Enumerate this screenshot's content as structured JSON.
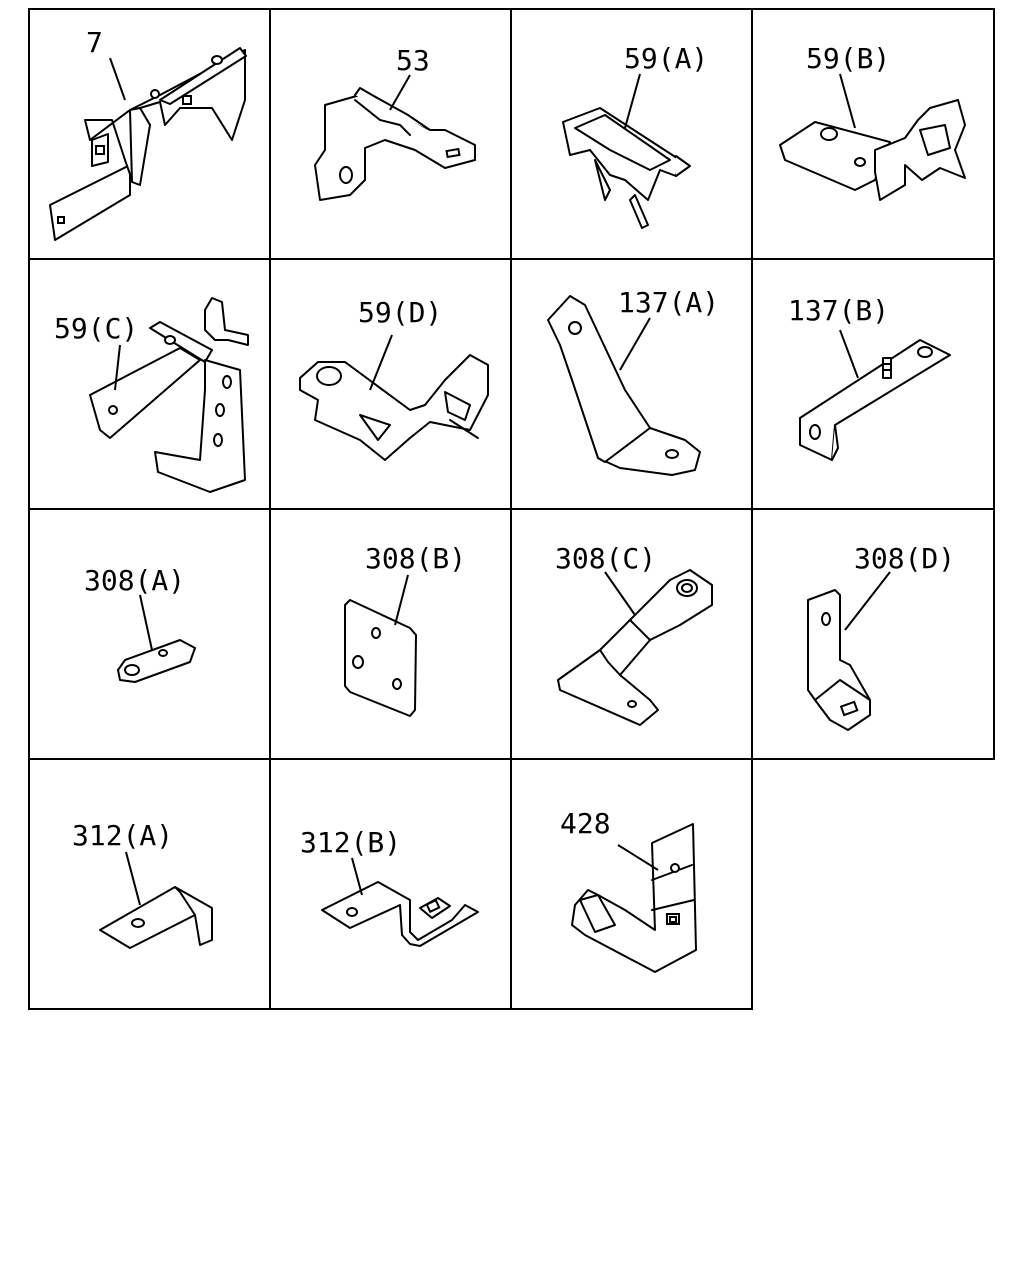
{
  "parts": [
    {
      "label": "7"
    },
    {
      "label": "53"
    },
    {
      "label": "59(A)"
    },
    {
      "label": "59(B)"
    },
    {
      "label": "59(C)"
    },
    {
      "label": "59(D)"
    },
    {
      "label": "137(A)"
    },
    {
      "label": "137(B)"
    },
    {
      "label": "308(A)"
    },
    {
      "label": "308(B)"
    },
    {
      "label": "308(C)"
    },
    {
      "label": "308(D)"
    },
    {
      "label": "312(A)"
    },
    {
      "label": "312(B)"
    },
    {
      "label": "428"
    }
  ]
}
